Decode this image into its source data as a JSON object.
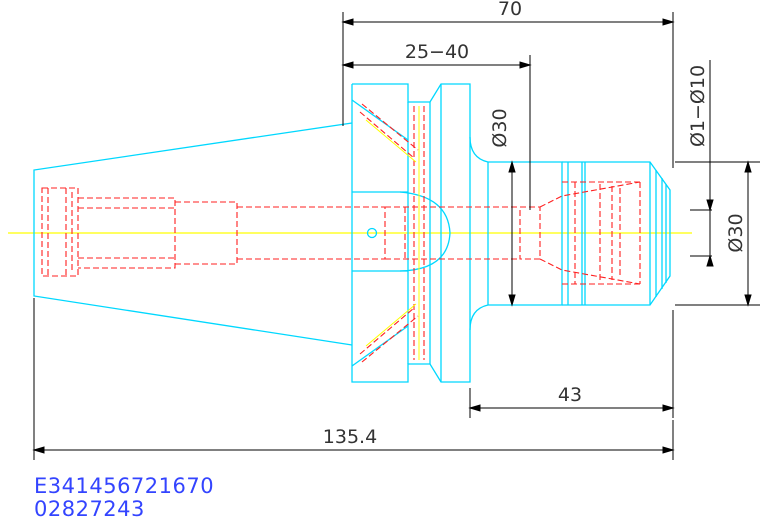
{
  "dimensions": {
    "overall_top": "70",
    "partial_top": "25−40",
    "bore_dia": "Ø30",
    "collet_range": "Ø1−Ø10",
    "nose_dia": "Ø30",
    "nose_length": "43",
    "overall_bottom": "135.4"
  },
  "codes": {
    "line1": "E341456721670",
    "line2": "02827243"
  },
  "colors": {
    "outline": "#00d8ff",
    "hidden": "#ff2020",
    "centerline": "#ffff00",
    "dimension": "#000000",
    "text": "#333333",
    "code_text": "#3344ff"
  }
}
